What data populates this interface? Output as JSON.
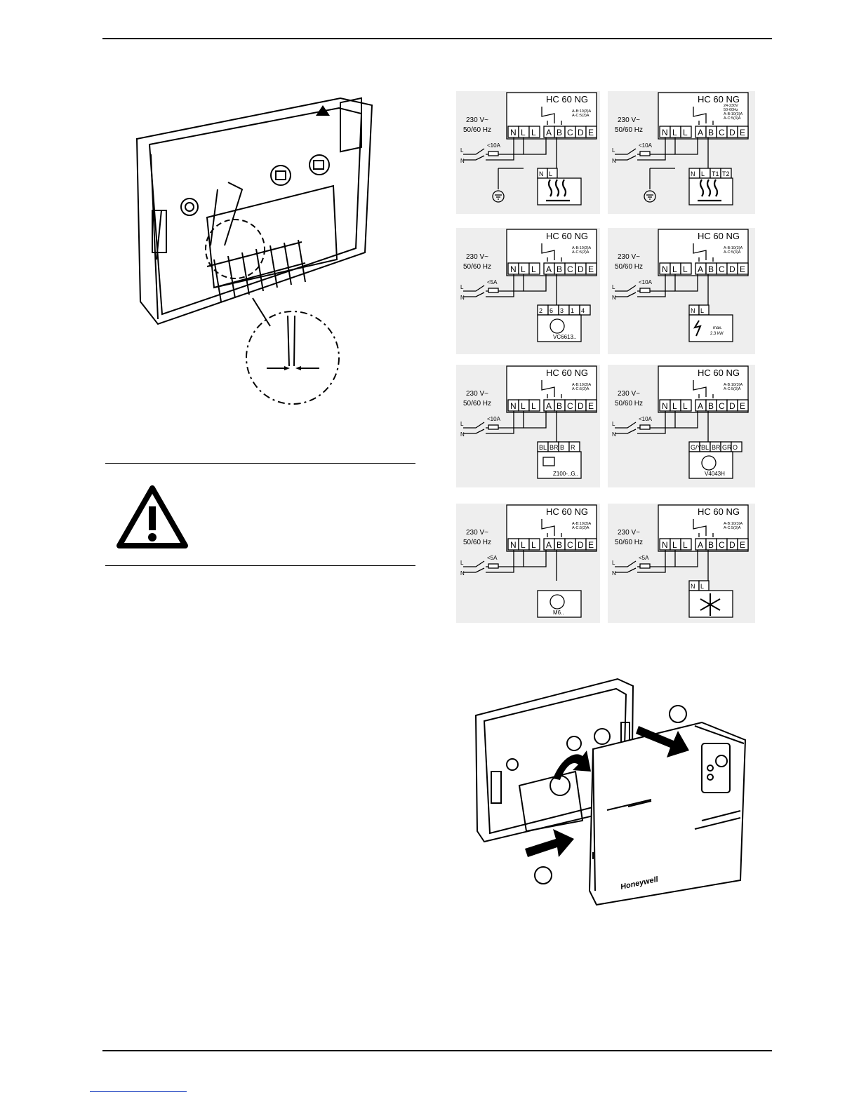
{
  "device": {
    "model": "HC 60 NG",
    "brand": "Honeywell"
  },
  "supply": {
    "voltage": "230 V~",
    "frequency": "50/60 Hz",
    "line": "L",
    "neutral": "N"
  },
  "terminals": [
    "N",
    "L",
    "L",
    "A",
    "B",
    "C",
    "D",
    "E"
  ],
  "relay_rating": {
    "ab": "A-B:10(3)A",
    "ac": "A-C:5(3)A"
  },
  "relay_rating_lv": {
    "v": "24-230V",
    "hz": "50-60Hz",
    "ab": "A-B:10(3)A",
    "ac": "A-C:5(3)A"
  },
  "diagrams": [
    {
      "fuse": "<10A",
      "load_terms": [
        "N",
        "L"
      ],
      "load": "boiler"
    },
    {
      "fuse": "<10A",
      "load_terms": [
        "N",
        "L",
        "T1",
        "T2"
      ],
      "load": "boiler"
    },
    {
      "fuse": "<5A",
      "load_terms": [
        "2",
        "6",
        "3",
        "1",
        "4"
      ],
      "load": "motor",
      "label": "VC6613.."
    },
    {
      "fuse": "<10A",
      "load_terms": [
        "N",
        "L"
      ],
      "load": "heater",
      "max": "max.",
      "power": "2.3 kW"
    },
    {
      "fuse": "<10A",
      "load_terms": [
        "BL",
        "BR",
        "B",
        "R"
      ],
      "load": "zone-valve",
      "label": "Z100-..G.."
    },
    {
      "fuse": "<10A",
      "load_terms": [
        "G/Y",
        "BL",
        "BR",
        "GR",
        "O"
      ],
      "load": "motor",
      "label": "V4043H"
    },
    {
      "fuse": "<5A",
      "load_terms": [],
      "load": "motor-small",
      "label": "M6.."
    },
    {
      "fuse": "<5A",
      "load_terms": [
        "N",
        "L"
      ],
      "load": "cooling"
    }
  ],
  "colors": {
    "ink": "#000000",
    "diagram_bg": "#eeeeee",
    "link": "#1a3fbf"
  }
}
